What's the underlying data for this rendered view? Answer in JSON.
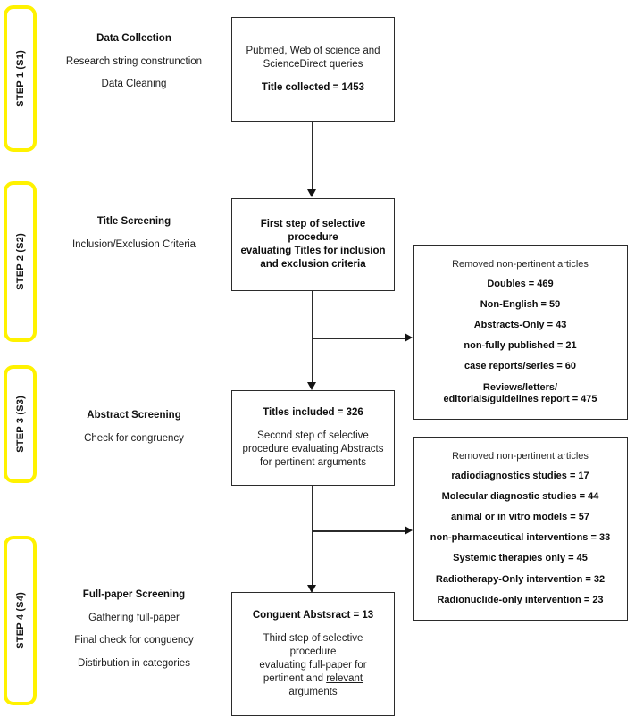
{
  "figure": {
    "type": "prisma-style-flowchart",
    "accent_color": "#FFF200",
    "line_color": "#2b2b2b",
    "background": "#ffffff"
  },
  "steps": [
    {
      "bar_label": "STEP 1 (S1)",
      "title": "Data Collection",
      "lines": [
        "Research string construnction",
        "Data Cleaning"
      ]
    },
    {
      "bar_label": "STEP 2 (S2)",
      "title": "Title Screening",
      "lines": [
        "Inclusion/Exclusion Criteria"
      ]
    },
    {
      "bar_label": "STEP 3 (S3)",
      "title": "Abstract Screening",
      "lines": [
        "Check for congruency"
      ]
    },
    {
      "bar_label": "STEP 4 (S4)",
      "title": "Full-paper Screening",
      "lines": [
        "Gathering full-paper",
        "Final check for conguency",
        "Distirbution in categories"
      ]
    }
  ],
  "flow_boxes": [
    {
      "id": "collection",
      "lines": [
        {
          "text": "Pubmed, Web of science and",
          "bold": false
        },
        {
          "text": "ScienceDirect queries",
          "bold": false
        },
        {
          "gap": true
        },
        {
          "text": "Title collected = 1453",
          "bold": true
        }
      ]
    },
    {
      "id": "title-screening",
      "lines": [
        {
          "text": "First step of selective procedure",
          "bold": true
        },
        {
          "text": "evaluating Titles for inclusion",
          "bold": true
        },
        {
          "text": "and exclusion criteria",
          "bold": true
        }
      ]
    },
    {
      "id": "abstract-screening",
      "lines": [
        {
          "text": "Titles included = 326",
          "bold": true
        },
        {
          "gap": true
        },
        {
          "text": "Second step of selective",
          "bold": false
        },
        {
          "text": "procedure evaluating Abstracts",
          "bold": false
        },
        {
          "text": "for pertinent arguments",
          "bold": false
        }
      ]
    },
    {
      "id": "full-paper-screening",
      "lines": [
        {
          "text": "Conguent Abstsract = 13",
          "bold": true
        },
        {
          "gap": true
        },
        {
          "text": "Third step of selective procedure",
          "bold": false
        },
        {
          "text": "evaluating full-paper for",
          "bold": false
        },
        {
          "text": "pertinent and relevant",
          "bold": false,
          "underline_word": "relevant"
        },
        {
          "text": "arguments",
          "bold": false
        }
      ]
    }
  ],
  "exclusion_panels": [
    {
      "id": "exclusions-titles",
      "heading": "Removed non-pertinent articles",
      "items": [
        {
          "label": "Doubles",
          "value": 469,
          "text": "Doubles = 469"
        },
        {
          "label": "Non-English",
          "value": 59,
          "text": "Non-English = 59"
        },
        {
          "label": "Abstracts-Only",
          "value": 43,
          "text": "Abstracts-Only = 43"
        },
        {
          "label": "non-fully published",
          "value": 21,
          "text": "non-fully published = 21"
        },
        {
          "label": "case reports/series",
          "value": 60,
          "text": "case reports/series = 60"
        },
        {
          "label": "Reviews/letters/editorials/guidelines report",
          "value": 475,
          "text": "Reviews/letters/\neditorials/guidelines report = 475"
        }
      ]
    },
    {
      "id": "exclusions-abstracts",
      "heading": "Removed non-pertinent articles",
      "items": [
        {
          "label": "radiodiagnostics studies",
          "value": 17,
          "text": "radiodiagnostics studies = 17"
        },
        {
          "label": "Molecular diagnostic studies",
          "value": 44,
          "text": "Molecular diagnostic studies = 44"
        },
        {
          "label": "animal or in vitro models",
          "value": 57,
          "text": "animal or in vitro models = 57"
        },
        {
          "label": "non-pharmaceutical interventions",
          "value": 33,
          "text": "non-pharmaceutical interventions = 33"
        },
        {
          "label": "Systemic therapies only",
          "value": 45,
          "text": "Systemic therapies only = 45"
        },
        {
          "label": "Radiotherapy-Only intervention",
          "value": 32,
          "text": "Radiotherapy-Only intervention = 32"
        },
        {
          "label": "Radionuclide-only intervention",
          "value": 23,
          "text": "Radionuclide-only intervention = 23"
        }
      ]
    }
  ]
}
